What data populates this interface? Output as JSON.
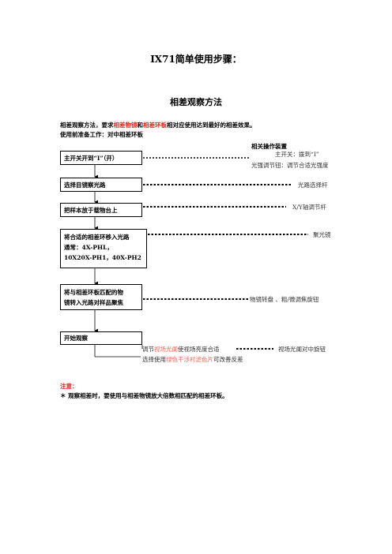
{
  "title": "IX71简单使用步骤：",
  "subtitle": "相差观察方法",
  "intro": {
    "prefix": "相差观察方法，要求",
    "term1": "相差物镜",
    "mid": "和",
    "term2": "相差环板",
    "suffix": "相对应使用达到最好的相差效果。"
  },
  "prep": "使用前准备工作：对中相差环板",
  "ops_header": "相关操作装置",
  "steps": [
    {
      "line1": "主开关开到“I”（开）"
    },
    {
      "line1": "选择目镜察光路"
    },
    {
      "line1": "把样本放于载物台上"
    },
    {
      "line1": "将合适的相差环移入光路",
      "line2": "通常：4X-PHL，",
      "line3": "10X20X-PH1，40X-PH2"
    },
    {
      "line1": "将与相差环板匹配的物",
      "line2": "镜转入光路对样品聚焦"
    },
    {
      "line1": "开始观察"
    }
  ],
  "ops": {
    "op1a": "主开关：拨到“I”",
    "op1b": "光强调节钮：调节合适光强度",
    "op2": "光路选择杆",
    "op3": "X/Y轴调节杆",
    "op4": "聚光镜",
    "op5": "物镜转盘 、粗/微调焦旋钮",
    "op6a_pre": "调节",
    "op6a_hl": "视场光阑",
    "op6a_post": "使视场亮度合适",
    "op6a_right": "视场光阑对中旋钮",
    "op6b_pre": "选择使用",
    "op6b_hl": "绿色干涉衬滤色片",
    "op6b_post": "可改善反差"
  },
  "note_label": "注意：",
  "note_text": "＊  观察相差时，要使用与相差物镜放大倍数相匹配的相差环板。"
}
